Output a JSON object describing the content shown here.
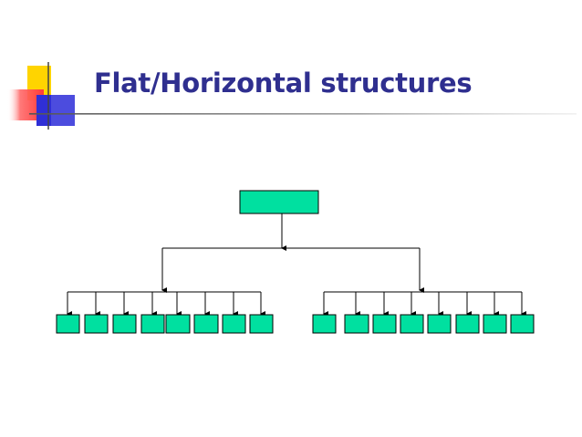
{
  "slide": {
    "title": "Flat/Horizontal structures"
  },
  "colors": {
    "title": "#2f2f8f",
    "node_fill": "#00e0a0",
    "node_stroke": "#000000",
    "decor_yellow": "#ffd400",
    "decor_red": "#ff4a4a",
    "decor_blue": "#2f2fd6"
  },
  "diagram": {
    "type": "org-chart",
    "root_count": 1,
    "groups": [
      {
        "name": "left",
        "child_count": 8
      },
      {
        "name": "right",
        "child_count": 8
      }
    ]
  }
}
